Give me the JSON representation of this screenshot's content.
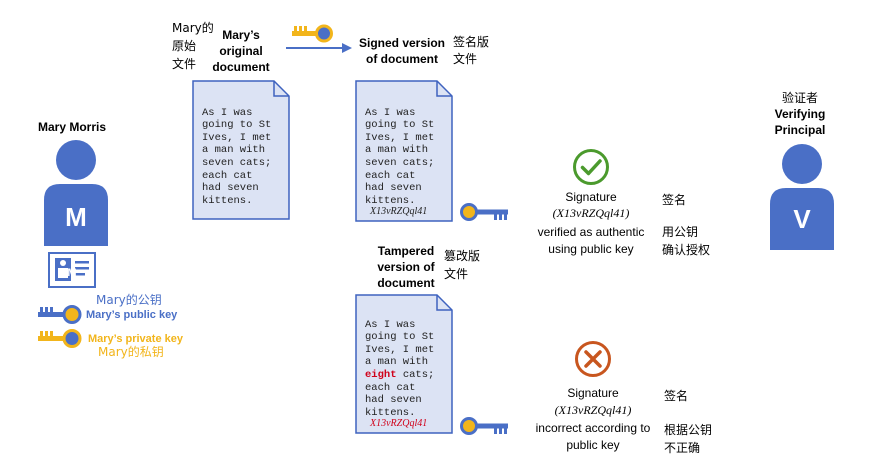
{
  "mary": {
    "name": "Mary Morris",
    "avatar_letter": "M",
    "public_key_zh": "Mary的公钥",
    "public_key_en": "Mary’s public key",
    "private_key_en": "Mary’s private key",
    "private_key_zh": "Mary的私钥"
  },
  "original": {
    "zh_line1": "Mary的",
    "zh_line2": "原始",
    "zh_line3": "文件",
    "en_line1": "Mary’s",
    "en_line2": "original",
    "en_line3": "document",
    "lines": [
      "As I was",
      "going to St",
      "Ives, I met",
      "a man with",
      "seven cats;",
      "each cat",
      "had seven",
      "kittens."
    ]
  },
  "signed": {
    "en_line1": "Signed version",
    "en_line2": "of document",
    "zh_line1": "签名版",
    "zh_line2": "文件",
    "lines": [
      "As I was",
      "going to St",
      "Ives, I met",
      "a man with",
      "seven cats;",
      "each cat",
      "had seven",
      "kittens."
    ],
    "signature": "X13vRZQql41"
  },
  "tampered": {
    "en_line1": "Tampered",
    "en_line2": "version of",
    "en_line3": "document",
    "zh_line1": "篡改版",
    "zh_line2": "文件",
    "lines_before": [
      "As I was",
      "going to St",
      "Ives, I met",
      "a man with"
    ],
    "changed_word": "eight",
    "changed_rest": " cats;",
    "lines_after": [
      "each cat",
      "had seven",
      "kittens."
    ],
    "signature": "X13vRZQql41"
  },
  "verified": {
    "line1": "Signature",
    "line2": "(X13vRZQql41)",
    "line3": "verified as authentic",
    "line4": "using public key",
    "zh_line1": "签名",
    "zh_line2": "用公钥",
    "zh_line3": "确认授权"
  },
  "incorrect": {
    "line1": "Signature",
    "line2": "(X13vRZQql41)",
    "line3": "incorrect according to",
    "line4": "public key",
    "zh_line1": "签名",
    "zh_line2": "根据公钥",
    "zh_line3": "不正确"
  },
  "principal": {
    "zh": "验证者",
    "en_line1": "Verifying",
    "en_line2": "Principal",
    "avatar_letter": "V"
  },
  "colors": {
    "person_blue": "#4a6fc6",
    "doc_fill": "#dce3f4",
    "doc_stroke": "#3f63bf",
    "public_key": "#4a6fc6",
    "private_key": "#f2b51b",
    "check_green": "#4b9a2d",
    "cross_orange": "#c8561f",
    "tamper_red": "#d0021b"
  }
}
